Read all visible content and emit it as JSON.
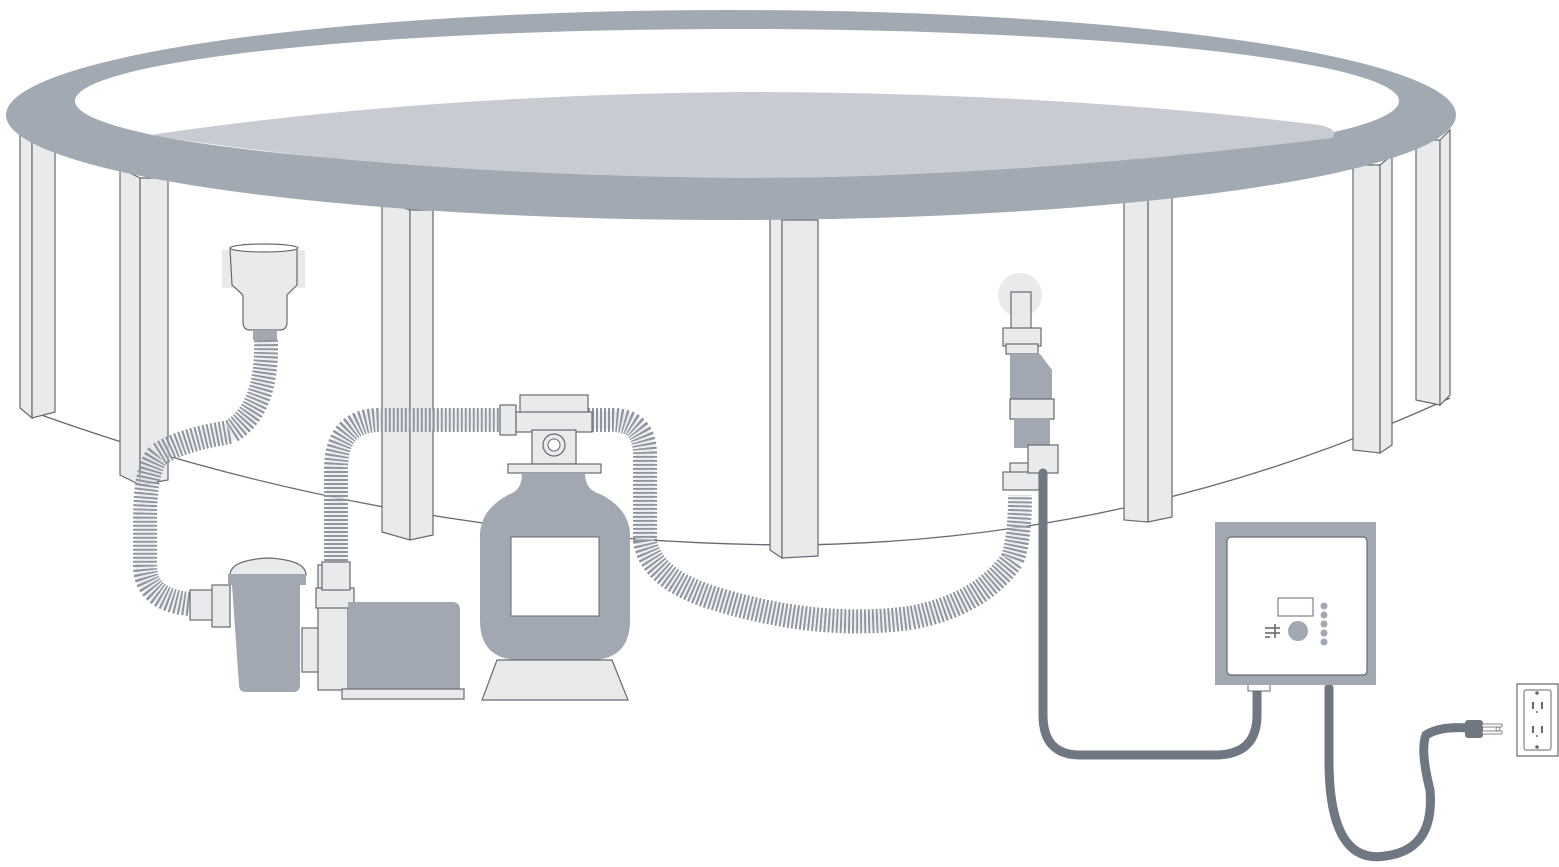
{
  "diagram": {
    "subject": "above-ground-pool-equipment-setup",
    "components": [
      {
        "name": "pool-wall"
      },
      {
        "name": "pool-top-rail"
      },
      {
        "name": "pool-uprights"
      },
      {
        "name": "skimmer"
      },
      {
        "name": "pump"
      },
      {
        "name": "sand-filter"
      },
      {
        "name": "return-fitting"
      },
      {
        "name": "salt-cell"
      },
      {
        "name": "control-box"
      },
      {
        "name": "power-cord"
      },
      {
        "name": "wall-outlet"
      }
    ],
    "colors": {
      "rail": "#a1a9b2",
      "water": "#c8ccd2",
      "equipment": "#a1a8b1",
      "light_fill": "#e9eaec",
      "outline": "#666a70",
      "cable": "#6e7782",
      "hose_dark": "#8e959e",
      "hose_light": "#e4e6e9"
    }
  }
}
